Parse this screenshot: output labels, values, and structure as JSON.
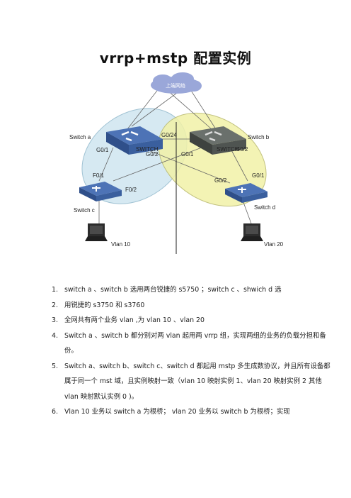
{
  "title": "vrrp+mstp 配置实例",
  "diagram": {
    "cloud_label": "上端网络",
    "switch_a": "Switch a",
    "switch_b": "Switch b",
    "switch_c": "Switch c",
    "switch_d": "Switch d",
    "device_badge": "SWITCH",
    "ports": {
      "a_g01": "G0/1",
      "a_g02": "G0/2",
      "a_g024": "G0/24",
      "b_g01": "G0/1",
      "b_g02": "G0/2",
      "c_f01": "F0/1",
      "c_f02": "F0/2",
      "d_g01": "G0/1",
      "d_g02": "G0/2"
    },
    "vlan10": "Vlan 10",
    "vlan20": "Vlan 20",
    "colors": {
      "blue_region": "#cfe6f0",
      "yellow_region": "#f2f2a8",
      "switch_blue": "#3e63a8",
      "switch_dark": "#4a4f4c"
    }
  },
  "steps": [
    {
      "num": "1.",
      "text": "switch a 、switch b 选用两台锐捷的 s5750  ；switch c 、shwich d  选"
    },
    {
      "num": "2.",
      "text": "用锐捷的  s3750 和 s3760"
    },
    {
      "num": "3.",
      "text": "全网共有两个业务 vlan ,为  vlan 10 、vlan 20"
    },
    {
      "num": "4.",
      "text": "Switch a 、switch b  都分别对两 vlan 起用两 vrrp 组，实现两组的业务的负载分担和备份。"
    },
    {
      "num": "5.",
      "text": "Switch a、switch b、switch c、switch d  都起用  mstp 多生成数协议，并且所有设备都属于同一个 mst 域，且实例映射一致（vlan 10 映射实例 1、vlan 20 映射实例 2  其他 vlan 映射默认实例 0 )。"
    },
    {
      "num": "6.",
      "text": "Vlan 10 业务以 switch a 为根桥；  vlan 20 业务以 switch b 为根桥；实现"
    }
  ]
}
